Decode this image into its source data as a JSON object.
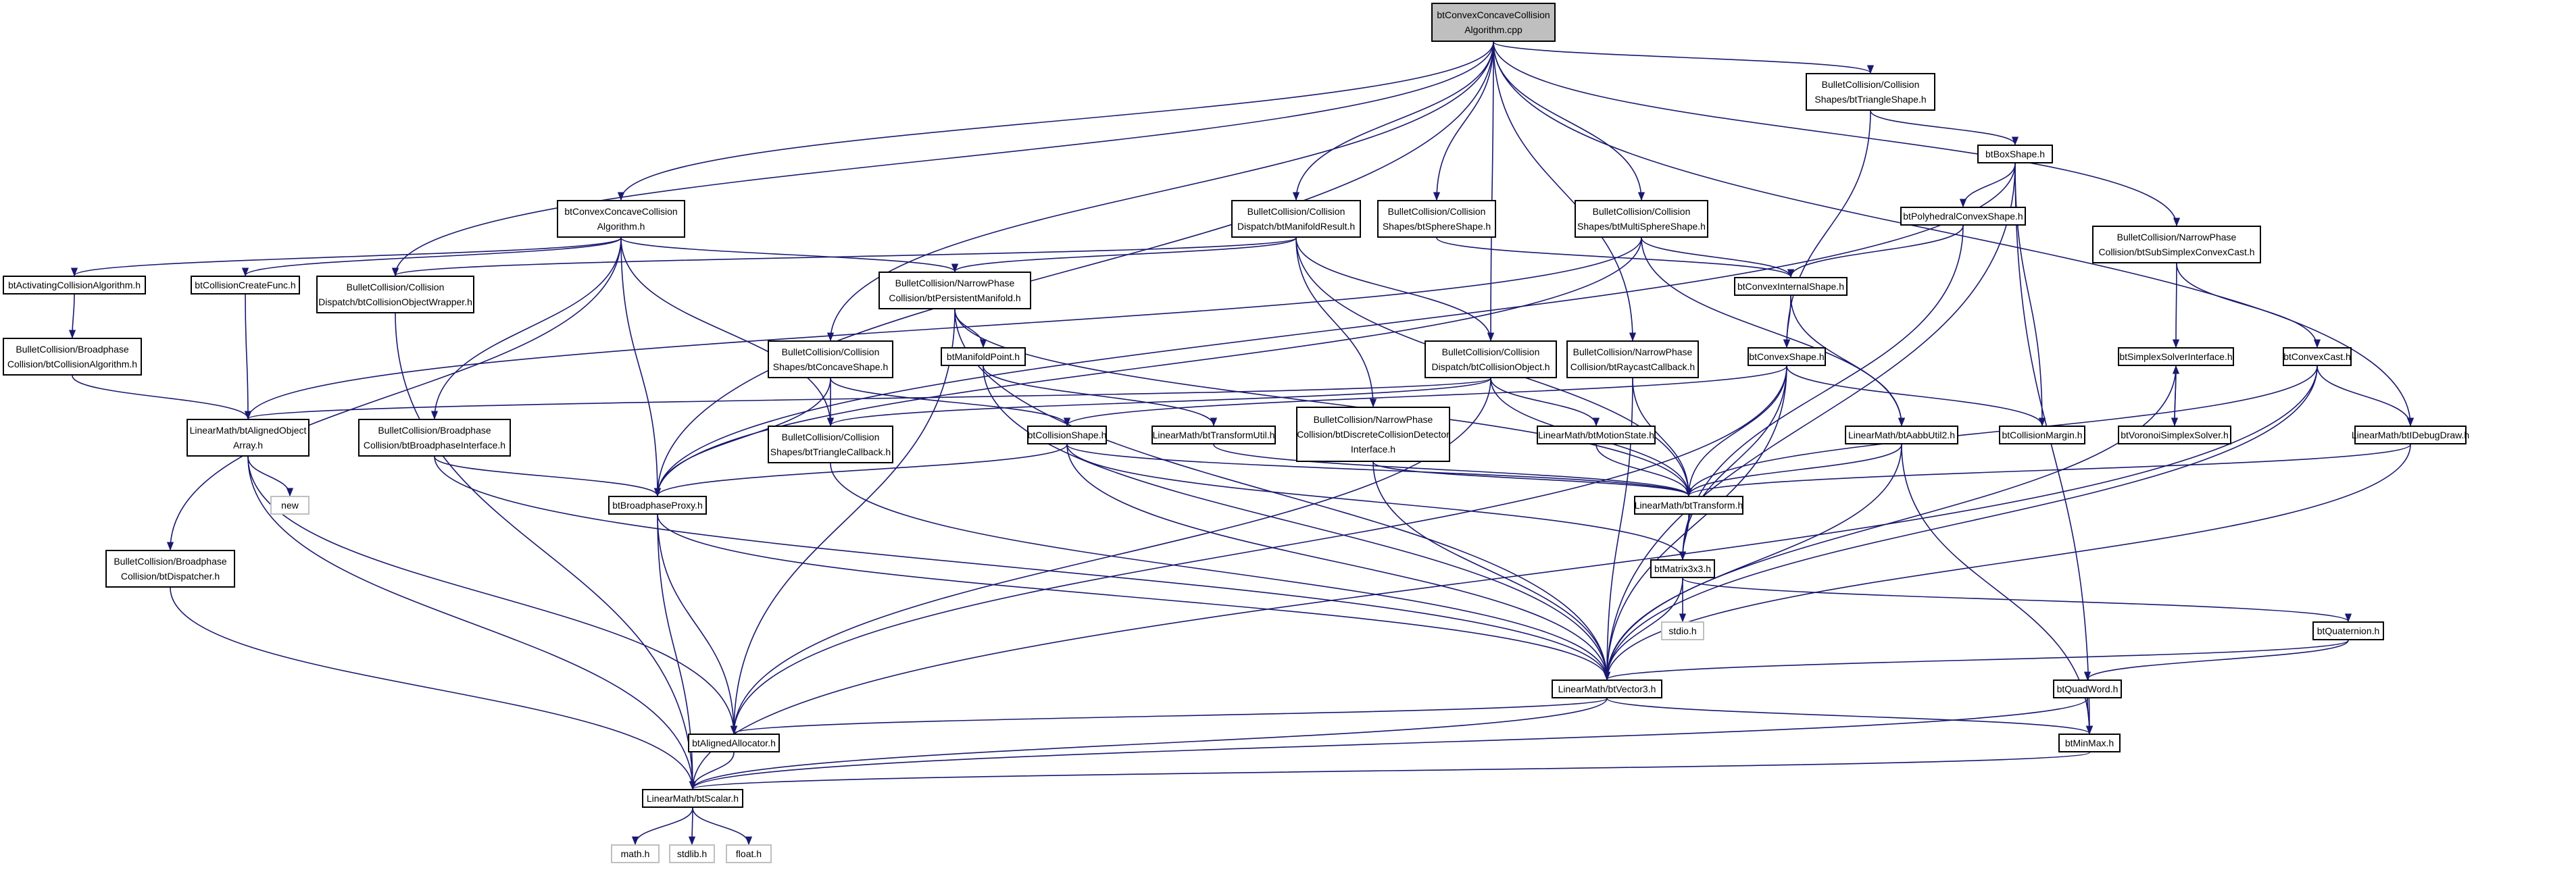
{
  "colors": {
    "edge": "#191970",
    "node_border": "#000000",
    "external_border": "#bfbfbf",
    "root_fill": "#bfbfbf"
  },
  "nodes": [
    {
      "id": "root",
      "lines": [
        "btConvexConcaveCollision",
        "Algorithm.cpp"
      ],
      "root": true
    },
    {
      "id": "tri",
      "lines": [
        "BulletCollision/Collision",
        "Shapes/btTriangleShape.h"
      ]
    },
    {
      "id": "box",
      "lines": [
        "btBoxShape.h"
      ]
    },
    {
      "id": "poly",
      "lines": [
        "btPolyhedralConvexShape.h"
      ]
    },
    {
      "id": "cca",
      "lines": [
        "btConvexConcaveCollision",
        "Algorithm.h"
      ]
    },
    {
      "id": "mres",
      "lines": [
        "BulletCollision/Collision",
        "Dispatch/btManifoldResult.h"
      ]
    },
    {
      "id": "sph",
      "lines": [
        "BulletCollision/Collision",
        "Shapes/btSphereShape.h"
      ]
    },
    {
      "id": "msph",
      "lines": [
        "BulletCollision/Collision",
        "Shapes/btMultiSphereShape.h"
      ]
    },
    {
      "id": "sub",
      "lines": [
        "BulletCollision/NarrowPhase",
        "Collision/btSubSimplexConvexCast.h"
      ]
    },
    {
      "id": "aca",
      "lines": [
        "btActivatingCollisionAlgorithm.h"
      ]
    },
    {
      "id": "ccf",
      "lines": [
        "btCollisionCreateFunc.h"
      ]
    },
    {
      "id": "wrap",
      "lines": [
        "BulletCollision/Collision",
        "Dispatch/btCollisionObjectWrapper.h"
      ]
    },
    {
      "id": "pman",
      "lines": [
        "BulletCollision/NarrowPhase",
        "Collision/btPersistentManifold.h"
      ]
    },
    {
      "id": "cis",
      "lines": [
        "btConvexInternalShape.h"
      ]
    },
    {
      "id": "bca",
      "lines": [
        "BulletCollision/Broadphase",
        "Collision/btCollisionAlgorithm.h"
      ]
    },
    {
      "id": "ssi",
      "lines": [
        "btSimplexSolverInterface.h"
      ]
    },
    {
      "id": "ccast",
      "lines": [
        "btConvexCast.h"
      ]
    },
    {
      "id": "mpt",
      "lines": [
        "btManifoldPoint.h"
      ]
    },
    {
      "id": "cshape",
      "lines": [
        "btConvexShape.h"
      ]
    },
    {
      "id": "conc",
      "lines": [
        "BulletCollision/Collision",
        "Shapes/btConcaveShape.h"
      ]
    },
    {
      "id": "cobj",
      "lines": [
        "BulletCollision/Collision",
        "Dispatch/btCollisionObject.h"
      ]
    },
    {
      "id": "rcb",
      "lines": [
        "BulletCollision/NarrowPhase",
        "Collision/btRaycastCallback.h"
      ]
    },
    {
      "id": "vss",
      "lines": [
        "btVoronoiSimplexSolver.h"
      ]
    },
    {
      "id": "aoa",
      "lines": [
        "LinearMath/btAlignedObject",
        "Array.h"
      ]
    },
    {
      "id": "bpi",
      "lines": [
        "BulletCollision/Broadphase",
        "Collision/btBroadphaseInterface.h"
      ]
    },
    {
      "id": "tcb",
      "lines": [
        "BulletCollision/Collision",
        "Shapes/btTriangleCallback.h"
      ]
    },
    {
      "id": "colsh",
      "lines": [
        "btCollisionShape.h"
      ]
    },
    {
      "id": "tutil",
      "lines": [
        "LinearMath/btTransformUtil.h"
      ]
    },
    {
      "id": "dcdi",
      "lines": [
        "BulletCollision/NarrowPhase",
        "Collision/btDiscreteCollisionDetector",
        "Interface.h"
      ]
    },
    {
      "id": "mstate",
      "lines": [
        "LinearMath/btMotionState.h"
      ]
    },
    {
      "id": "aabb",
      "lines": [
        "LinearMath/btAabbUtil2.h"
      ]
    },
    {
      "id": "cmargin",
      "lines": [
        "btCollisionMargin.h"
      ]
    },
    {
      "id": "ddraw",
      "lines": [
        "LinearMath/btIDebugDraw.h"
      ]
    },
    {
      "id": "new",
      "lines": [
        "new"
      ],
      "ext": true
    },
    {
      "id": "bproxy",
      "lines": [
        "btBroadphaseProxy.h"
      ]
    },
    {
      "id": "xform",
      "lines": [
        "LinearMath/btTransform.h"
      ]
    },
    {
      "id": "disp",
      "lines": [
        "BulletCollision/Broadphase",
        "Collision/btDispatcher.h"
      ]
    },
    {
      "id": "mat",
      "lines": [
        "btMatrix3x3.h"
      ]
    },
    {
      "id": "stdio",
      "lines": [
        "stdio.h"
      ],
      "ext": true
    },
    {
      "id": "quat",
      "lines": [
        "btQuaternion.h"
      ]
    },
    {
      "id": "vec",
      "lines": [
        "LinearMath/btVector3.h"
      ]
    },
    {
      "id": "qword",
      "lines": [
        "btQuadWord.h"
      ]
    },
    {
      "id": "alloc",
      "lines": [
        "btAlignedAllocator.h"
      ]
    },
    {
      "id": "minmax",
      "lines": [
        "btMinMax.h"
      ]
    },
    {
      "id": "scalar",
      "lines": [
        "LinearMath/btScalar.h"
      ]
    },
    {
      "id": "math",
      "lines": [
        "math.h"
      ],
      "ext": true
    },
    {
      "id": "stdlib",
      "lines": [
        "stdlib.h"
      ],
      "ext": true
    },
    {
      "id": "float",
      "lines": [
        "float.h"
      ],
      "ext": true
    }
  ],
  "edges": [
    [
      "root",
      "tri"
    ],
    [
      "root",
      "cca"
    ],
    [
      "root",
      "wrap"
    ],
    [
      "root",
      "bproxy"
    ],
    [
      "root",
      "conc"
    ],
    [
      "root",
      "mres"
    ],
    [
      "root",
      "sph"
    ],
    [
      "root",
      "cobj"
    ],
    [
      "root",
      "rcb"
    ],
    [
      "root",
      "msph"
    ],
    [
      "root",
      "sub"
    ],
    [
      "root",
      "ddraw"
    ],
    [
      "tri",
      "cshape"
    ],
    [
      "tri",
      "box"
    ],
    [
      "box",
      "poly"
    ],
    [
      "box",
      "cmargin"
    ],
    [
      "box",
      "bproxy"
    ],
    [
      "box",
      "vec"
    ],
    [
      "box",
      "minmax"
    ],
    [
      "poly",
      "cis"
    ],
    [
      "poly",
      "mat"
    ],
    [
      "cca",
      "aca"
    ],
    [
      "cca",
      "ccf"
    ],
    [
      "cca",
      "pman"
    ],
    [
      "cca",
      "bpi"
    ],
    [
      "cca",
      "bproxy"
    ],
    [
      "cca",
      "tcb"
    ],
    [
      "cca",
      "disp"
    ],
    [
      "aca",
      "bca"
    ],
    [
      "bca",
      "aoa"
    ],
    [
      "ccf",
      "aoa"
    ],
    [
      "wrap",
      "scalar"
    ],
    [
      "mres",
      "pman"
    ],
    [
      "mres",
      "cobj"
    ],
    [
      "mres",
      "dcdi"
    ],
    [
      "mres",
      "wrap"
    ],
    [
      "mres",
      "xform"
    ],
    [
      "sph",
      "cis"
    ],
    [
      "msph",
      "cis"
    ],
    [
      "msph",
      "aabb"
    ],
    [
      "msph",
      "bproxy"
    ],
    [
      "msph",
      "aoa"
    ],
    [
      "pman",
      "mpt"
    ],
    [
      "pman",
      "vec"
    ],
    [
      "pman",
      "xform"
    ],
    [
      "pman",
      "alloc"
    ],
    [
      "mpt",
      "tutil"
    ],
    [
      "mpt",
      "vec"
    ],
    [
      "cis",
      "cshape"
    ],
    [
      "cis",
      "aabb"
    ],
    [
      "cshape",
      "colsh"
    ],
    [
      "cshape",
      "cmargin"
    ],
    [
      "cshape",
      "xform"
    ],
    [
      "cshape",
      "mat"
    ],
    [
      "cshape",
      "vec"
    ],
    [
      "cshape",
      "alloc"
    ],
    [
      "conc",
      "colsh"
    ],
    [
      "conc",
      "tcb"
    ],
    [
      "conc",
      "bproxy"
    ],
    [
      "cobj",
      "xform"
    ],
    [
      "cobj",
      "mstate"
    ],
    [
      "cobj",
      "aoa"
    ],
    [
      "cobj",
      "alloc"
    ],
    [
      "cobj",
      "tcb"
    ],
    [
      "rcb",
      "xform"
    ],
    [
      "rcb",
      "vec"
    ],
    [
      "sub",
      "ssi"
    ],
    [
      "sub",
      "ccast"
    ],
    [
      "ssi",
      "vss"
    ],
    [
      "vss",
      "ssi"
    ],
    [
      "ssi",
      "vec"
    ],
    [
      "ccast",
      "xform"
    ],
    [
      "ccast",
      "ddraw"
    ],
    [
      "ccast",
      "vec"
    ],
    [
      "ccast",
      "scalar"
    ],
    [
      "ddraw",
      "xform"
    ],
    [
      "ddraw",
      "vec"
    ],
    [
      "aoa",
      "new"
    ],
    [
      "aoa",
      "alloc"
    ],
    [
      "aoa",
      "scalar"
    ],
    [
      "bpi",
      "bproxy"
    ],
    [
      "bpi",
      "vec"
    ],
    [
      "tcb",
      "vec"
    ],
    [
      "colsh",
      "bproxy"
    ],
    [
      "colsh",
      "xform"
    ],
    [
      "colsh",
      "vec"
    ],
    [
      "colsh",
      "mat"
    ],
    [
      "tutil",
      "xform"
    ],
    [
      "dcdi",
      "xform"
    ],
    [
      "dcdi",
      "vec"
    ],
    [
      "mstate",
      "xform"
    ],
    [
      "aabb",
      "xform"
    ],
    [
      "aabb",
      "vec"
    ],
    [
      "aabb",
      "minmax"
    ],
    [
      "bproxy",
      "vec"
    ],
    [
      "bproxy",
      "alloc"
    ],
    [
      "bproxy",
      "scalar"
    ],
    [
      "xform",
      "mat"
    ],
    [
      "disp",
      "scalar"
    ],
    [
      "mat",
      "stdio"
    ],
    [
      "mat",
      "vec"
    ],
    [
      "mat",
      "quat"
    ],
    [
      "quat",
      "qword"
    ],
    [
      "quat",
      "vec"
    ],
    [
      "vec",
      "alloc"
    ],
    [
      "vec",
      "minmax"
    ],
    [
      "vec",
      "scalar"
    ],
    [
      "qword",
      "minmax"
    ],
    [
      "qword",
      "scalar"
    ],
    [
      "alloc",
      "scalar"
    ],
    [
      "minmax",
      "scalar"
    ],
    [
      "scalar",
      "math"
    ],
    [
      "scalar",
      "stdlib"
    ],
    [
      "scalar",
      "float"
    ]
  ]
}
